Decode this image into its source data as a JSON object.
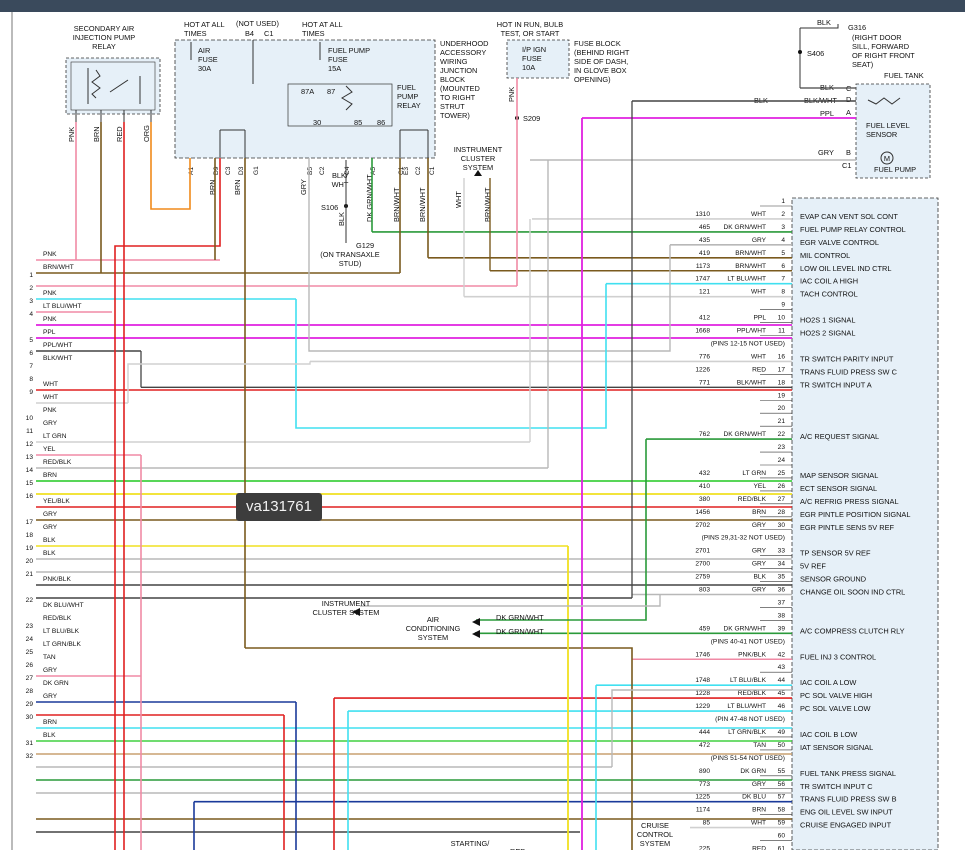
{
  "watermark": "va131761",
  "relay_secondary": "SECONDARY AIR|INJECTION PUMP|RELAY",
  "relay_wire_colors": [
    "PNK",
    "BRN",
    "RED",
    "ORG"
  ],
  "hot_at_all_times_1": "HOT AT ALL|TIMES",
  "not_used": "(NOT USED)",
  "b4": "B4",
  "c1_top": "C1",
  "hot_at_all_times_2": "HOT AT ALL|TIMES",
  "air_fuse": "AIR|FUSE|30A",
  "fuel_pump_fuse": "FUEL PUMP|FUSE|15A",
  "fuel_pump_relay": "FUEL|PUMP|RELAY",
  "relay_pins": [
    "87A",
    "87",
    "30",
    "85",
    "86"
  ],
  "underhood_block": "UNDERHOOD|ACCESSORY|WIRING|JUNCTION|BLOCK|(MOUNTED|TO RIGHT|STRUT|TOWER)",
  "jb_pins": [
    "A1",
    "D9",
    "C3",
    "D3",
    "G1",
    "B5",
    "C2",
    "C4",
    "A5",
    "C1",
    "E3",
    "C2",
    "C1"
  ],
  "jb_wires": [
    "ORG",
    "BRN",
    "BRN",
    "GRY",
    "BLK/|WHT",
    "DK GRN/WHT",
    "BRN/WHT",
    "BRN/WHT"
  ],
  "s106": "S106",
  "blk": "BLK",
  "g129": "G129",
  "transaxle_stud": "(ON TRANSAXLE|STUD)",
  "hot_in_run": "HOT IN RUN, BULB|TEST, OR START",
  "ip_ign_fuse": "I/P IGN|FUSE|10A",
  "fuse_block": "FUSE BLOCK|(BEHIND RIGHT|SIDE OF DASH,|IN GLOVE BOX|OPENING)",
  "s209": "S209",
  "pnk": "PNK",
  "instrument_cluster": "INSTRUMENT|CLUSTER|SYSTEM",
  "ic_wires": [
    "WHT",
    "BRN/WHT"
  ],
  "g316": "G316",
  "g316_desc": "(RIGHT DOOR|SILL, FORWARD|OF RIGHT FRONT|SEAT)",
  "s406": "S406",
  "fuel_tank": "FUEL TANK",
  "tank_wires": [
    "BLK",
    "BLK/WHT",
    "PPL",
    "GRY"
  ],
  "tank_pins": [
    "C",
    "D",
    "A",
    "B",
    "C1"
  ],
  "blk_tank": "BLK",
  "fuel_level_sensor": "FUEL LEVEL|SENSOR",
  "fuel_pump_motor": "FUEL PUMP",
  "motor_letter": "M",
  "left_wires": [
    {
      "n": "",
      "c": "PNK"
    },
    {
      "n": "1",
      "c": "BRN/WHT"
    },
    {
      "n": "2",
      "c": ""
    },
    {
      "n": "3",
      "c": "PNK"
    },
    {
      "n": "4",
      "c": "LT BLU/WHT"
    },
    {
      "n": "",
      "c": "PNK"
    },
    {
      "n": "5",
      "c": "PPL"
    },
    {
      "n": "6",
      "c": "PPL/WHT"
    },
    {
      "n": "7",
      "c": "BLK/WHT"
    },
    {
      "n": "8",
      "c": ""
    },
    {
      "n": "9",
      "c": "WHT"
    },
    {
      "n": "",
      "c": "WHT"
    },
    {
      "n": "10",
      "c": "PNK"
    },
    {
      "n": "11",
      "c": "GRY"
    },
    {
      "n": "12",
      "c": "LT GRN"
    },
    {
      "n": "13",
      "c": "YEL"
    },
    {
      "n": "14",
      "c": "RED/BLK"
    },
    {
      "n": "15",
      "c": "BRN"
    },
    {
      "n": "16",
      "c": ""
    },
    {
      "n": "",
      "c": "YEL/BLK"
    },
    {
      "n": "17",
      "c": "GRY"
    },
    {
      "n": "18",
      "c": "GRY"
    },
    {
      "n": "19",
      "c": "BLK"
    },
    {
      "n": "20",
      "c": "BLK"
    },
    {
      "n": "21",
      "c": ""
    },
    {
      "n": "",
      "c": "PNK/BLK"
    },
    {
      "n": "22",
      "c": ""
    },
    {
      "n": "",
      "c": "DK BLU/WHT"
    },
    {
      "n": "23",
      "c": "RED/BLK"
    },
    {
      "n": "24",
      "c": "LT BLU/BLK"
    },
    {
      "n": "25",
      "c": "LT GRN/BLK"
    },
    {
      "n": "26",
      "c": "TAN"
    },
    {
      "n": "27",
      "c": "GRY"
    },
    {
      "n": "28",
      "c": "DK GRN"
    },
    {
      "n": "29",
      "c": "GRY"
    },
    {
      "n": "30",
      "c": ""
    },
    {
      "n": "",
      "c": "BRN"
    },
    {
      "n": "31",
      "c": "BLK"
    },
    {
      "n": "32",
      "c": ""
    }
  ],
  "pcm_pins": [
    {
      "pin": "1",
      "circ": "",
      "color": "",
      "func": ""
    },
    {
      "pin": "2",
      "circ": "1310",
      "color": "WHT",
      "func": "EVAP CAN VENT SOL CONT"
    },
    {
      "pin": "3",
      "circ": "465",
      "color": "DK GRN/WHT",
      "func": "FUEL PUMP RELAY CONTROL"
    },
    {
      "pin": "4",
      "circ": "435",
      "color": "GRY",
      "func": "EGR VALVE CONTROL"
    },
    {
      "pin": "5",
      "circ": "419",
      "color": "BRN/WHT",
      "func": "MIL CONTROL"
    },
    {
      "pin": "6",
      "circ": "1173",
      "color": "BRN/WHT",
      "func": "LOW OIL LEVEL IND CTRL"
    },
    {
      "pin": "7",
      "circ": "1747",
      "color": "LT BLU/WHT",
      "func": "IAC COIL A HIGH"
    },
    {
      "pin": "8",
      "circ": "121",
      "color": "WHT",
      "func": "TACH CONTROL"
    },
    {
      "pin": "9",
      "circ": "",
      "color": "",
      "func": ""
    },
    {
      "pin": "10",
      "circ": "412",
      "color": "PPL",
      "func": "HO2S 1 SIGNAL"
    },
    {
      "pin": "11",
      "circ": "1668",
      "color": "PPL/WHT",
      "func": "HO2S 2 SIGNAL"
    },
    {
      "pin": "",
      "circ": "",
      "color": "(PINS 12-15 NOT USED)",
      "func": ""
    },
    {
      "pin": "16",
      "circ": "776",
      "color": "WHT",
      "func": "TR SWITCH PARITY INPUT"
    },
    {
      "pin": "17",
      "circ": "1226",
      "color": "RED",
      "func": "TRANS FLUID PRESS SW C"
    },
    {
      "pin": "18",
      "circ": "771",
      "color": "BLK/WHT",
      "func": "TR SWITCH INPUT A"
    },
    {
      "pin": "19",
      "circ": "",
      "color": "",
      "func": ""
    },
    {
      "pin": "20",
      "circ": "",
      "color": "",
      "func": ""
    },
    {
      "pin": "21",
      "circ": "",
      "color": "",
      "func": ""
    },
    {
      "pin": "22",
      "circ": "762",
      "color": "DK GRN/WHT",
      "func": "A/C REQUEST SIGNAL"
    },
    {
      "pin": "23",
      "circ": "",
      "color": "",
      "func": ""
    },
    {
      "pin": "24",
      "circ": "",
      "color": "",
      "func": ""
    },
    {
      "pin": "25",
      "circ": "432",
      "color": "LT GRN",
      "func": "MAP SENSOR SIGNAL"
    },
    {
      "pin": "26",
      "circ": "410",
      "color": "YEL",
      "func": "ECT SENSOR SIGNAL"
    },
    {
      "pin": "27",
      "circ": "380",
      "color": "RED/BLK",
      "func": "A/C REFRIG PRESS SIGNAL"
    },
    {
      "pin": "28",
      "circ": "1456",
      "color": "BRN",
      "func": "EGR PINTLE POSITION SIGNAL"
    },
    {
      "pin": "30",
      "circ": "2702",
      "color": "GRY",
      "func": "EGR PINTLE SENS 5V REF"
    },
    {
      "pin": "",
      "circ": "",
      "color": "(PINS 29,31-32 NOT USED)",
      "func": ""
    },
    {
      "pin": "33",
      "circ": "2701",
      "color": "GRY",
      "func": "TP SENSOR 5V REF"
    },
    {
      "pin": "34",
      "circ": "2700",
      "color": "GRY",
      "func": "5V REF"
    },
    {
      "pin": "35",
      "circ": "2759",
      "color": "BLK",
      "func": "SENSOR GROUND"
    },
    {
      "pin": "36",
      "circ": "803",
      "color": "GRY",
      "func": "CHANGE OIL SOON IND CTRL"
    },
    {
      "pin": "37",
      "circ": "",
      "color": "",
      "func": ""
    },
    {
      "pin": "38",
      "circ": "",
      "color": "",
      "func": ""
    },
    {
      "pin": "39",
      "circ": "459",
      "color": "DK GRN/WHT",
      "func": "A/C COMPRESS CLUTCH RLY"
    },
    {
      "pin": "",
      "circ": "",
      "color": "(PINS 40-41 NOT USED)",
      "func": ""
    },
    {
      "pin": "42",
      "circ": "1746",
      "color": "PNK/BLK",
      "func": "FUEL INJ 3 CONTROL"
    },
    {
      "pin": "43",
      "circ": "",
      "color": "",
      "func": ""
    },
    {
      "pin": "44",
      "circ": "1748",
      "color": "LT BLU/BLK",
      "func": "IAC COIL A LOW"
    },
    {
      "pin": "45",
      "circ": "1228",
      "color": "RED/BLK",
      "func": "PC SOL VALVE HIGH"
    },
    {
      "pin": "46",
      "circ": "1229",
      "color": "LT BLU/WHT",
      "func": "PC SOL VALVE LOW"
    },
    {
      "pin": "",
      "circ": "",
      "color": "(PIN 47-48 NOT USED)",
      "func": ""
    },
    {
      "pin": "49",
      "circ": "444",
      "color": "LT GRN/BLK",
      "func": "IAC COIL B LOW"
    },
    {
      "pin": "50",
      "circ": "472",
      "color": "TAN",
      "func": "IAT SENSOR SIGNAL"
    },
    {
      "pin": "",
      "circ": "",
      "color": "(PINS 51-54 NOT USED)",
      "func": ""
    },
    {
      "pin": "55",
      "circ": "890",
      "color": "DK GRN",
      "func": "FUEL TANK PRESS SIGNAL"
    },
    {
      "pin": "56",
      "circ": "773",
      "color": "GRY",
      "func": "TR SWITCH INPUT C"
    },
    {
      "pin": "57",
      "circ": "1225",
      "color": "DK BLU",
      "func": "TRANS FLUID PRESS SW B"
    },
    {
      "pin": "58",
      "circ": "1174",
      "color": "BRN",
      "func": "ENG OIL LEVEL SW INPUT"
    },
    {
      "pin": "59",
      "circ": "85",
      "color": "WHT",
      "func": "CRUISE ENGAGED INPUT"
    },
    {
      "pin": "60",
      "circ": "",
      "color": "",
      "func": ""
    },
    {
      "pin": "61",
      "circ": "225",
      "color": "RED",
      "func": ""
    }
  ],
  "ic_system_bottom": "INSTRUMENT|CLUSTER SYSTEM",
  "ac_system": "AIR|CONDITIONING|SYSTEM",
  "ac_wires": [
    "DK GRN/WHT",
    "DK GRN/WHT"
  ],
  "cruise_system": "CRUISE|CONTROL|SYSTEM",
  "starting_system": "STARTING/",
  "red_label": "RED"
}
